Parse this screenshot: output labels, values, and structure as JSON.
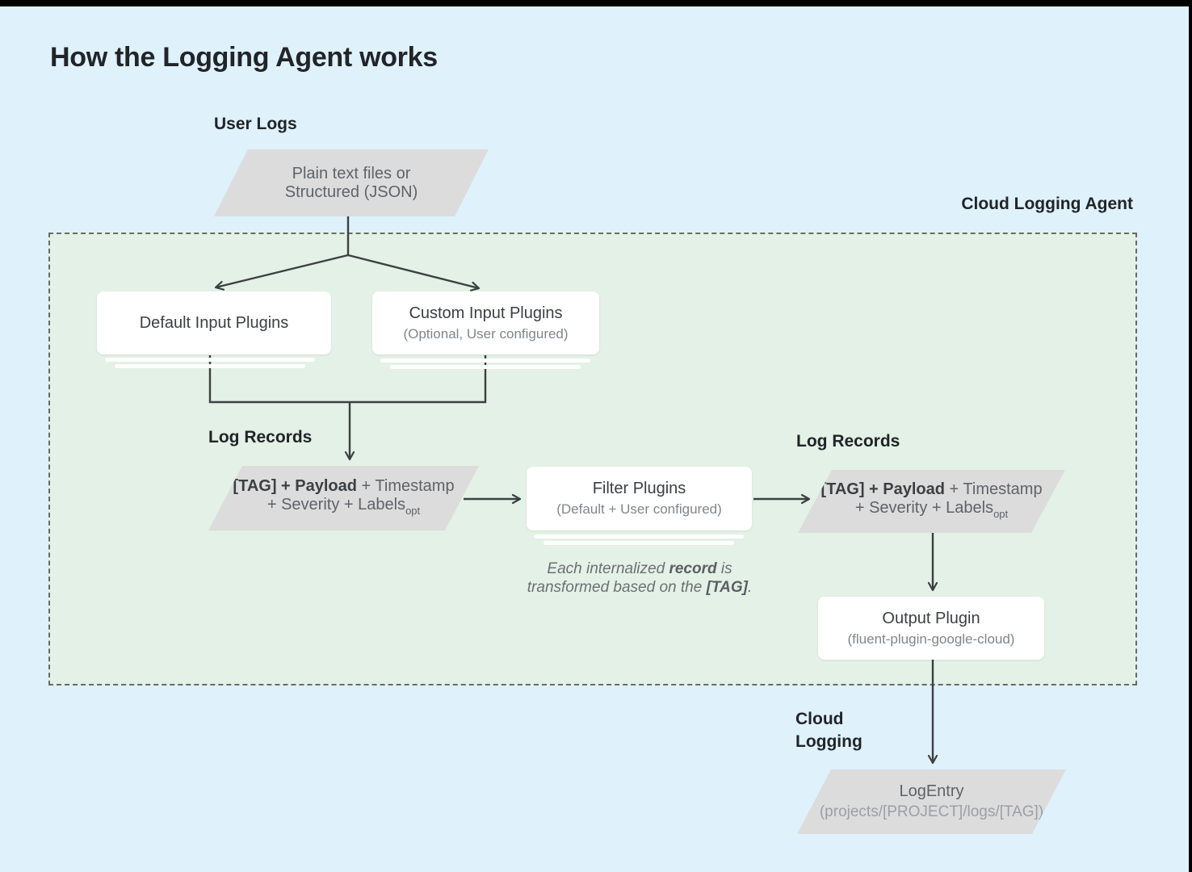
{
  "title": "How the Logging Agent works",
  "labels": {
    "user_logs": "User Logs",
    "cloud_logging_agent": "Cloud Logging Agent",
    "log_records_left": "Log Records",
    "log_records_right": "Log Records",
    "cloud_logging_line1": "Cloud",
    "cloud_logging_line2": "Logging"
  },
  "nodes": {
    "user_logs_shape": {
      "line1": "Plain text files or",
      "line2": "Structured (JSON)"
    },
    "default_input": {
      "title": "Default Input Plugins"
    },
    "custom_input": {
      "title": "Custom Input Plugins",
      "subtitle": "(Optional, User configured)"
    },
    "log_record_left": {
      "bold": "[TAG] + Payload",
      "rest": " + Timestamp",
      "line2": "+ Severity + Labels",
      "subscript": "opt"
    },
    "filter_plugins": {
      "title": "Filter Plugins",
      "subtitle": "(Default + User configured)"
    },
    "log_record_right": {
      "bold": "[TAG] + Payload",
      "rest": " + Timestamp",
      "line2": "+ Severity + Labels",
      "subscript": "opt"
    },
    "output_plugin": {
      "title": "Output Plugin",
      "subtitle": "(fluent-plugin-google-cloud)"
    },
    "log_entry": {
      "title": "LogEntry",
      "subtitle": "(projects/[PROJECT]/logs/[TAG])"
    }
  },
  "note": {
    "l1a": "Each internalized ",
    "l1b": "record",
    "l1c": " is",
    "l2a": "transformed based on the ",
    "l2b": "[TAG]",
    "l2c": "."
  },
  "colors": {
    "background": "#dff1fb",
    "agent_fill": "#e3f1e6",
    "agent_border": "#6a6a6a",
    "node_fill": "#ffffff",
    "shape_fill": "#dcdcdc",
    "line": "#3c4043",
    "heading_text": "#212429",
    "node_title_text": "#3c4043",
    "muted_text": "#5f6368",
    "subtle_text": "#80868b",
    "note_text": "#6b7075",
    "entry_subtle_text": "#9aa0a6"
  }
}
